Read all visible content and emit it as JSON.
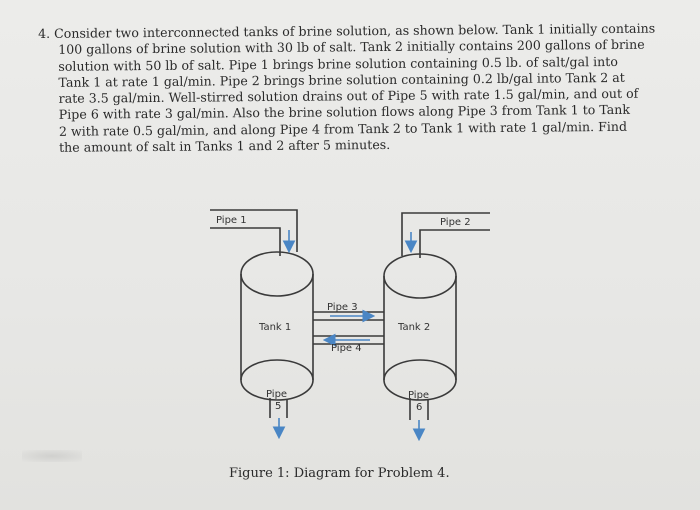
{
  "problem": {
    "number": "4.",
    "lines": [
      "Consider two interconnected tanks of brine solution, as shown below. Tank 1 initially contains",
      "100 gallons of brine solution with 30 lb of salt. Tank 2 initially contains 200 gallons of brine",
      "solution with 50 lb of salt. Pipe 1 brings brine solution containing 0.5 lb. of salt/gal into",
      "Tank 1 at rate 1 gal/min. Pipe 2 brings brine solution containing 0.2 lb/gal into Tank 2 at",
      "rate 3.5 gal/min. Well-stirred solution drains out of Pipe 5 with rate 1.5 gal/min, and out of",
      "Pipe 6 with rate 3 gal/min. Also the brine solution flows along Pipe 3 from Tank 1 to Tank",
      "2 with rate 0.5 gal/min, and along Pipe 4 from Tank 2 to Tank 1 with rate 1 gal/min. Find",
      "the amount of salt in Tanks 1 and 2 after 5 minutes."
    ]
  },
  "diagram": {
    "pipe1_label": "Pipe 1",
    "pipe2_label": "Pipe 2",
    "pipe3_label": "Pipe 3",
    "pipe4_label": "Pipe 4",
    "tank1_label": "Tank 1",
    "tank2_label": "Tank 2",
    "pipe5_label_a": "Pipe",
    "pipe5_label_b": "5",
    "pipe6_label_a": "Pipe",
    "pipe6_label_b": "6",
    "colors": {
      "line": "#3a3a3a",
      "arrow": "#4a86c5"
    }
  },
  "caption": "Figure 1: Diagram for Problem 4."
}
